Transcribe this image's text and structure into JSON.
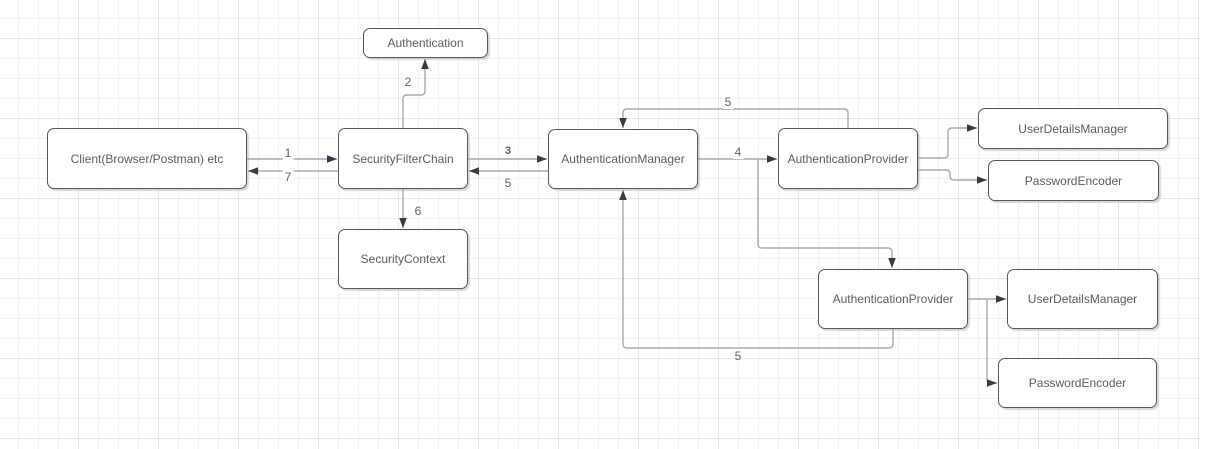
{
  "diagram": {
    "nodes": {
      "client": {
        "label": "Client(Browser/Postman) etc"
      },
      "security_filter_chain": {
        "label": "SecurityFilterChain"
      },
      "authentication": {
        "label": "Authentication"
      },
      "security_context": {
        "label": "SecurityContext"
      },
      "authentication_manager": {
        "label": "AuthenticationManager"
      },
      "authentication_provider_1": {
        "label": "AuthenticationProvider"
      },
      "user_details_manager_1": {
        "label": "UserDetailsManager"
      },
      "password_encoder_1": {
        "label": "PasswordEncoder"
      },
      "authentication_provider_2": {
        "label": "AuthenticationProvider"
      },
      "user_details_manager_2": {
        "label": "UserDetailsManager"
      },
      "password_encoder_2": {
        "label": "PasswordEncoder"
      }
    },
    "edge_labels": {
      "step1": "1",
      "step2": "2",
      "step3": "3",
      "step4": "4",
      "step5_manager_to_chain": "5",
      "step5_provider1_to_manager": "5",
      "step5_provider2_to_manager": "5",
      "step6": "6",
      "step7": "7"
    },
    "colors": {
      "canvas_background": "#ffffff",
      "grid_minor": "#f2f2f4",
      "grid_major": "#e7e7e9",
      "node_fill": "#ffffff",
      "node_border": "#54585e",
      "node_text": "#595d63",
      "connector": "#a6abb1",
      "arrowhead": "#383c42",
      "edge_label_text": "#5b5f65"
    }
  }
}
